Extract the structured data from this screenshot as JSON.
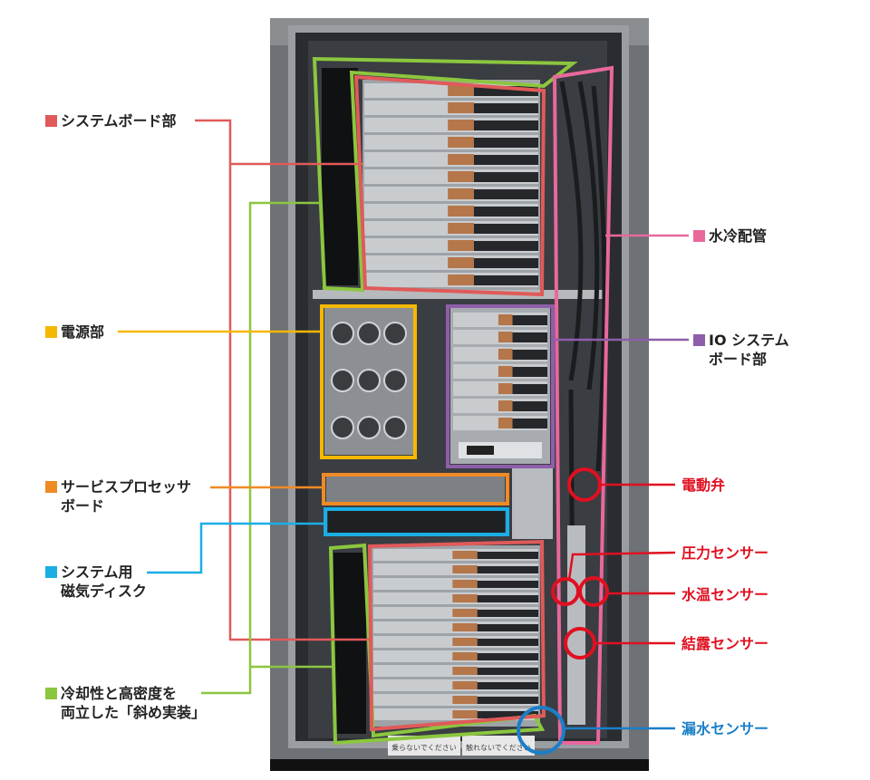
{
  "colors": {
    "system_board": "#e05a5a",
    "power": "#f5b800",
    "service_processor": "#f08a24",
    "disk": "#1aaee5",
    "diagonal": "#8cc63f",
    "water_pipe": "#e8689c",
    "io_board": "#8e5ea8",
    "sensor_red": "#e01020",
    "sensor_blue": "#1a7fc8"
  },
  "left_labels": [
    {
      "id": "system-board",
      "lines": [
        "システムボード部"
      ]
    },
    {
      "id": "power",
      "lines": [
        "電源部"
      ]
    },
    {
      "id": "service-processor",
      "lines": [
        "サービスプロセッサ",
        "ボード"
      ]
    },
    {
      "id": "disk",
      "lines": [
        "システム用",
        "磁気ディスク"
      ]
    },
    {
      "id": "diagonal",
      "lines": [
        "冷却性と高密度を",
        "両立した「斜め実装」"
      ]
    }
  ],
  "right_labels": [
    {
      "id": "water-pipe",
      "lines": [
        "水冷配管"
      ]
    },
    {
      "id": "io-board",
      "lines": [
        "IO システム",
        "ボード部"
      ]
    }
  ],
  "sensors": [
    "電動弁",
    "圧力センサー",
    "水温センサー",
    "結露センサー",
    "漏水センサー"
  ],
  "signs": [
    "乗らないでください",
    "触れないでください"
  ]
}
